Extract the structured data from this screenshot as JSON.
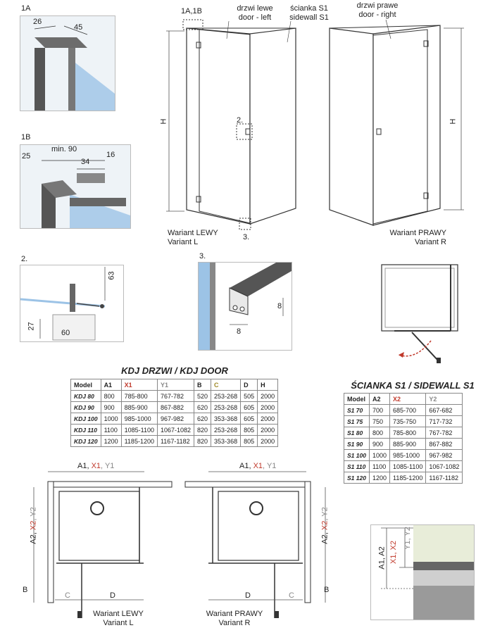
{
  "details": {
    "d1a": {
      "tag": "1A",
      "dim_a": "26",
      "dim_b": "45"
    },
    "d1b": {
      "tag": "1B",
      "dim_min": "min. 90",
      "dim_34": "34",
      "dim_16": "16",
      "dim_25": "25"
    },
    "d2": {
      "tag": "2.",
      "dim_63": "63",
      "dim_27": "27",
      "dim_60": "60"
    },
    "d3": {
      "tag": "3.",
      "dim_8v": "8",
      "dim_8h": "8"
    }
  },
  "left_view": {
    "tag_top": "1A,1B",
    "door_label_pl": "drzwi lewe",
    "door_label_en": "door - left",
    "sidewall_label_pl": "ścianka S1",
    "sidewall_label_en": "sidewall S1",
    "height": "H",
    "marker_2": "2.",
    "marker_3": "3.",
    "variant_pl": "Wariant LEWY",
    "variant_en": "Variant L"
  },
  "right_view": {
    "door_label_pl": "drzwi prawe",
    "door_label_en": "door - right",
    "height": "H",
    "variant_pl": "Wariant PRAWY",
    "variant_en": "Variant R"
  },
  "door_table": {
    "title": "KDJ DRZWI / KDJ DOOR",
    "headers": [
      "Model",
      "A1",
      "X1",
      "Y1",
      "B",
      "C",
      "D",
      "H"
    ],
    "rows": [
      [
        "KDJ 80",
        "800",
        "785-800",
        "767-782",
        "520",
        "253-268",
        "505",
        "2000"
      ],
      [
        "KDJ 90",
        "900",
        "885-900",
        "867-882",
        "620",
        "253-268",
        "605",
        "2000"
      ],
      [
        "KDJ 100",
        "1000",
        "985-1000",
        "967-982",
        "620",
        "353-368",
        "605",
        "2000"
      ],
      [
        "KDJ 110",
        "1100",
        "1085-1100",
        "1067-1082",
        "820",
        "253-268",
        "805",
        "2000"
      ],
      [
        "KDJ 120",
        "1200",
        "1185-1200",
        "1167-1182",
        "820",
        "353-368",
        "805",
        "2000"
      ]
    ]
  },
  "sidewall_table": {
    "title": "ŚCIANKA S1 / SIDEWALL S1",
    "headers": [
      "Model",
      "A2",
      "X2",
      "Y2"
    ],
    "rows": [
      [
        "S1 70",
        "700",
        "685-700",
        "667-682"
      ],
      [
        "S1 75",
        "750",
        "735-750",
        "717-732"
      ],
      [
        "S1 80",
        "800",
        "785-800",
        "767-782"
      ],
      [
        "S1 90",
        "900",
        "885-900",
        "867-882"
      ],
      [
        "S1 100",
        "1000",
        "985-1000",
        "967-982"
      ],
      [
        "S1 110",
        "1100",
        "1085-1100",
        "1067-1082"
      ],
      [
        "S1 120",
        "1200",
        "1185-1200",
        "1167-1182"
      ]
    ]
  },
  "plan_left": {
    "top_a": "A1,",
    "top_x": "X1",
    "top_y": ", Y1",
    "side_a": "A2,",
    "side_x": "X2",
    "side_y": ", Y2",
    "b": "B",
    "c": "C",
    "d": "D",
    "variant_pl": "Wariant LEWY",
    "variant_en": "Variant L"
  },
  "plan_right": {
    "top_a": "A1,",
    "top_x": "X1",
    "top_y": ", Y1",
    "side_a": "A2,",
    "side_x": "X2",
    "side_y": ", Y2",
    "b": "B",
    "c": "C",
    "d": "D",
    "variant_pl": "Wariant PRAWY",
    "variant_en": "Variant R"
  },
  "corner_detail": {
    "a": "A1, A2",
    "x": "X1, X2",
    "y": "Y1, Y2"
  },
  "colors": {
    "red_dim": "#c0392b",
    "gray_dim": "#888888",
    "olive_dim": "#a08a2a",
    "glass_blue": "#9cc3e6"
  }
}
